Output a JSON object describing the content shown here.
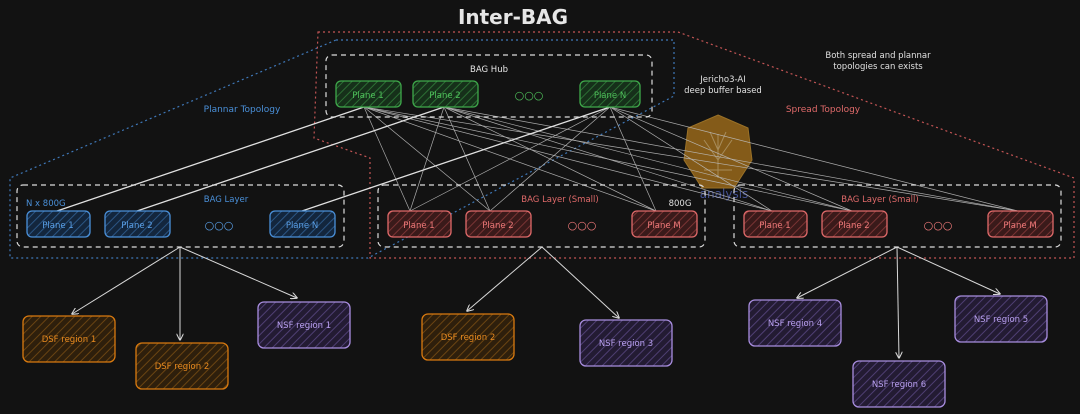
{
  "title": "Inter-BAG",
  "note": {
    "spread_planar_1": "Both spread and plannar",
    "spread_planar_2": "topologies can exists",
    "jericho_1": "Jericho3-AI",
    "jericho_2": "deep buffer based"
  },
  "labels": {
    "planar_topology": "Plannar Topology",
    "spread_topology": "Spread Topology",
    "n_800g": "N x 800G",
    "link_800g": "800G",
    "watermark": "analysis"
  },
  "hub": {
    "title": "BAG Hub",
    "planes": [
      "Plane 1",
      "Plane 2",
      "Plane N"
    ],
    "ellipsis": "○○○"
  },
  "layer_planar": {
    "title": "BAG Layer",
    "planes": [
      "Plane 1",
      "Plane 2",
      "Plane N"
    ],
    "ellipsis": "○○○"
  },
  "layer_small_a": {
    "title": "BAG Layer (Small)",
    "planes": [
      "Plane 1",
      "Plane 2",
      "Plane M"
    ],
    "ellipsis": "○○○"
  },
  "layer_small_b": {
    "title": "BAG Layer (Small)",
    "planes": [
      "Plane 1",
      "Plane 2",
      "Plane M"
    ],
    "ellipsis": "○○○"
  },
  "regions": {
    "dsf1": "DSF region 1",
    "dsf2": "DSF region 2",
    "nsf1": "NSF region 1",
    "dsf3": "DSF region 2",
    "nsf3": "NSF region 3",
    "nsf4": "NSF region 4",
    "nsf5": "NSF region 5",
    "nsf6": "NSF region 6"
  },
  "colors": {
    "background": "#121212",
    "green": "#3fa94b",
    "blue": "#4a90d9",
    "red": "#e06a6a",
    "orange": "#d97a0f",
    "purple": "#a98ee0",
    "line": "#d8d8d8"
  }
}
